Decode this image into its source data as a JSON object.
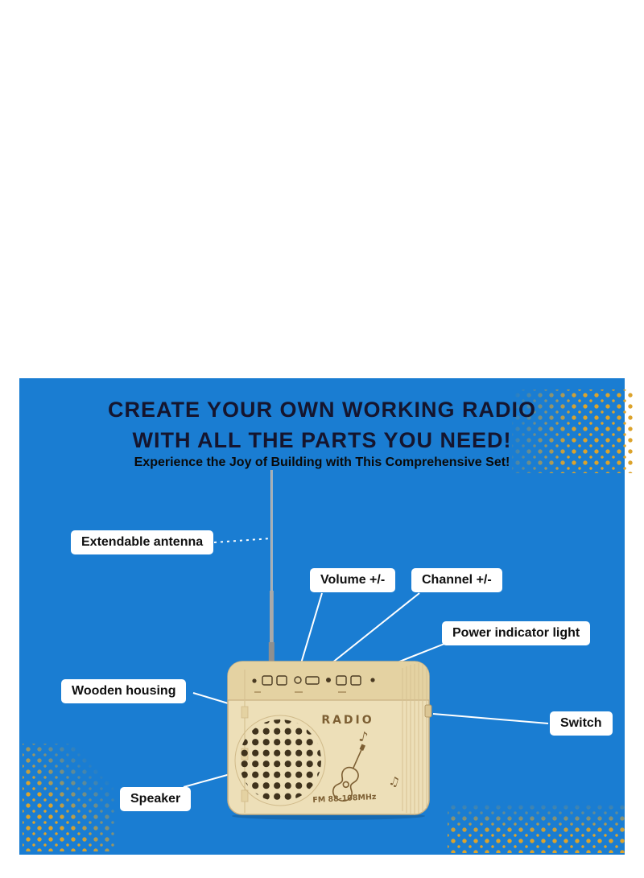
{
  "header": {
    "title_line1": "CREATE YOUR OWN WORKING RADIO",
    "title_line2": "WITH ALL THE PARTS YOU NEED!",
    "subtitle": "Experience the Joy of Building with This Comprehensive Set!"
  },
  "callouts": [
    {
      "label": "Extendable antenna"
    },
    {
      "label": "Volume +/-"
    },
    {
      "label": "Channel +/-"
    },
    {
      "label": "Power indicator light"
    },
    {
      "label": "Wooden housing"
    },
    {
      "label": "Switch"
    },
    {
      "label": "Speaker"
    }
  ],
  "radio": {
    "brand": "RADIO",
    "frequency": "FM 88-108MHz",
    "music_note": "♪",
    "music_note_double": "♫"
  },
  "colors": {
    "panel_blue": "#1a7dd2",
    "title_navy": "#15152e",
    "accent_gold": "#dca32b",
    "wood_light": "#eddfb8",
    "engraving_brown": "#7d5f33",
    "callout_bg": "#ffffff",
    "callout_text": "#101010",
    "connector_white": "#ffffff"
  }
}
